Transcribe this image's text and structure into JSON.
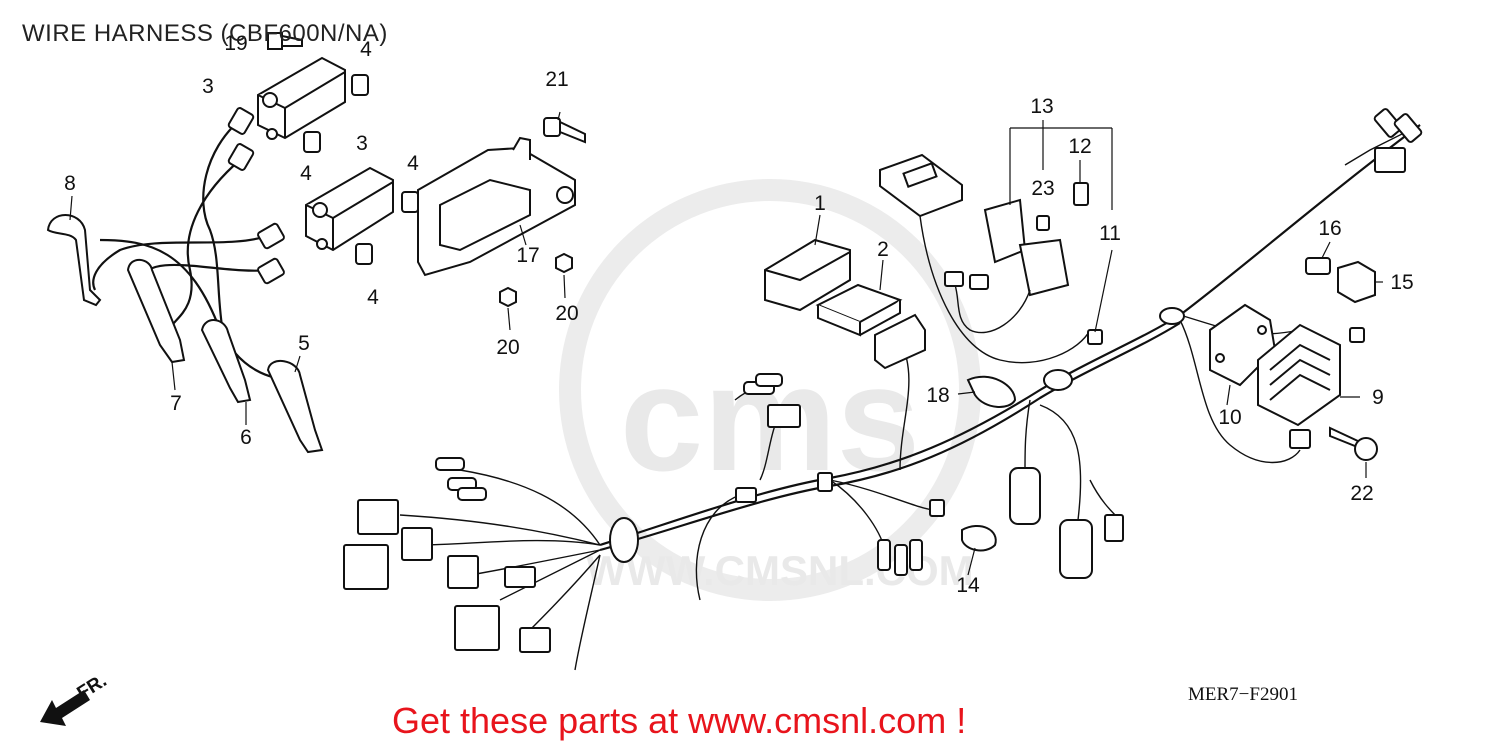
{
  "diagram": {
    "title": "WIRE HARNESS (CBF600N/NA)",
    "drawing_code": "MER7−F2901",
    "promo_text": "Get these parts at www.cmsnl.com !",
    "watermark": {
      "logo_text": "cms",
      "url_text": "WWW.CMSNL.COM"
    },
    "direction_marker": {
      "label": "FR.",
      "icon": "arrow-left-down-icon"
    },
    "callouts": [
      {
        "id": "c-19a",
        "label": "19"
      },
      {
        "id": "c-4a",
        "label": "4"
      },
      {
        "id": "c-3a",
        "label": "3"
      },
      {
        "id": "c-4b",
        "label": "4"
      },
      {
        "id": "c-3b",
        "label": "3"
      },
      {
        "id": "c-4c",
        "label": "4"
      },
      {
        "id": "c-4d",
        "label": "4"
      },
      {
        "id": "c-4e",
        "label": "4"
      },
      {
        "id": "c-21",
        "label": "21"
      },
      {
        "id": "c-17",
        "label": "17"
      },
      {
        "id": "c-20a",
        "label": "20"
      },
      {
        "id": "c-20b",
        "label": "20"
      },
      {
        "id": "c-8",
        "label": "8"
      },
      {
        "id": "c-7",
        "label": "7"
      },
      {
        "id": "c-6",
        "label": "6"
      },
      {
        "id": "c-5",
        "label": "5"
      },
      {
        "id": "c-1",
        "label": "1"
      },
      {
        "id": "c-2",
        "label": "2"
      },
      {
        "id": "c-13",
        "label": "13"
      },
      {
        "id": "c-12",
        "label": "12"
      },
      {
        "id": "c-23",
        "label": "23"
      },
      {
        "id": "c-11",
        "label": "11"
      },
      {
        "id": "c-16",
        "label": "16"
      },
      {
        "id": "c-15",
        "label": "15"
      },
      {
        "id": "c-18",
        "label": "18"
      },
      {
        "id": "c-10",
        "label": "10"
      },
      {
        "id": "c-9",
        "label": "9"
      },
      {
        "id": "c-22",
        "label": "22"
      },
      {
        "id": "c-14",
        "label": "14"
      }
    ]
  }
}
